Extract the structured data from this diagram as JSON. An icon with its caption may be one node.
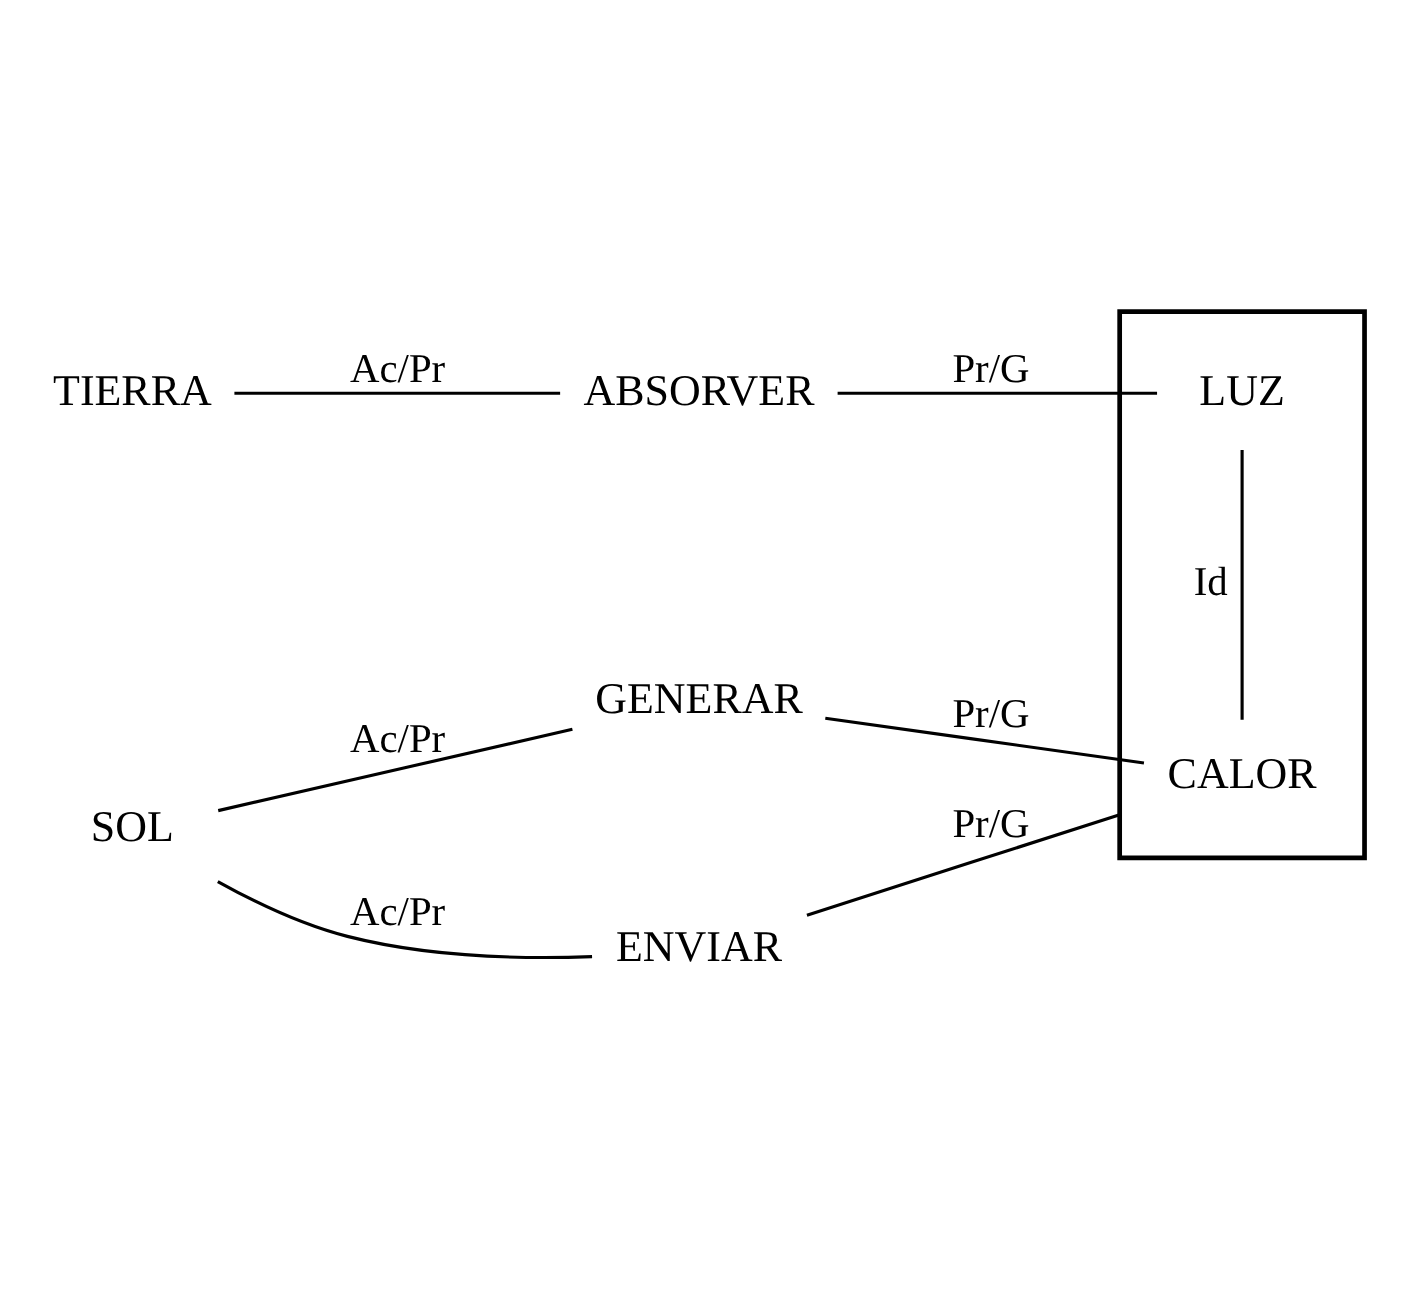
{
  "diagram": {
    "nodes": [
      {
        "text": [
          "TIERRA"
        ]
      },
      {
        "text": [
          "GENERAR"
        ]
      },
      {
        "text": [],
        "shape": "box"
      },
      {
        "text": [
          "CALOR"
        ],
        "in": 2
      },
      {
        "text": [
          "LUZ"
        ],
        "in": 2
      },
      {
        "text": [
          "SOL"
        ]
      },
      {
        "text": [
          "ABSORVER"
        ]
      },
      {
        "text": [
          "ENVIAR"
        ]
      }
    ],
    "edges": [
      {
        "from": 0,
        "to": 6,
        "arrow": "none",
        "label": "Ac/Pr"
      },
      {
        "from": 5,
        "to": 1,
        "arrow": "none",
        "label": "Ac/Pr"
      },
      {
        "from": 1,
        "to": 3,
        "arrow": "none",
        "label": "Pr/G"
      },
      {
        "from": 3,
        "to": 4,
        "arrow": "none",
        "label": "Id"
      },
      {
        "from": 6,
        "to": 4,
        "arrow": "none",
        "label": "Pr/G"
      },
      {
        "from": 5,
        "to": 7,
        "arrow": "none",
        "label": "Ac/Pr"
      },
      {
        "from": 7,
        "to": 2,
        "arrow": "none",
        "label": "Pr/G"
      }
    ]
  }
}
